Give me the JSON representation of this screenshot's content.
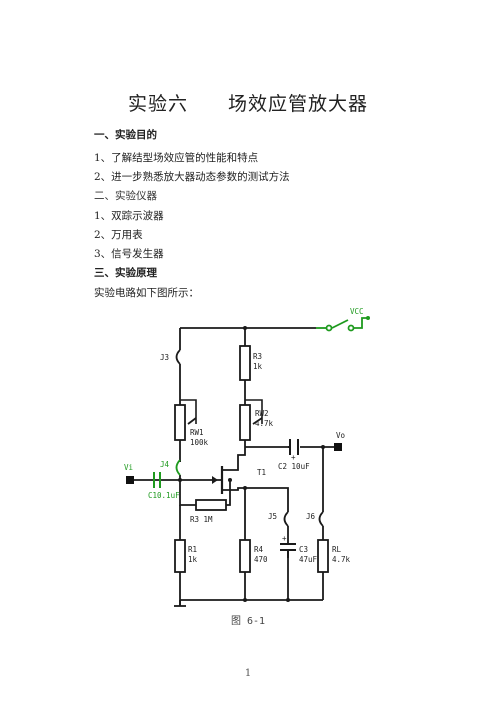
{
  "title": {
    "left": "实验六",
    "right": "场效应管放大器"
  },
  "sections": [
    "一、实验目的",
    "1、了解结型场效应管的性能和特点",
    "2、进一步熟悉放大器动态参数的测试方法",
    "二、实验仪器",
    "1、双踪示波器",
    "2、万用表",
    "3、信号发生器",
    "三、实验原理",
    "实验电路如下图所示："
  ],
  "circuit": {
    "vcc": "VCC",
    "j3": "J3",
    "r3": [
      "R3",
      "1k"
    ],
    "rw1": [
      "RW1",
      "100k"
    ],
    "rw2": [
      "RW2",
      "4.7k"
    ],
    "c2": "C2 10uF",
    "vo": "Vo",
    "vi": "Vi",
    "j4": "J4",
    "c1": "C10.1uF",
    "t1": "T1",
    "rg": "R3 1M",
    "j5": "J5",
    "j6": "J6",
    "r1": [
      "R1",
      "1k"
    ],
    "r4": [
      "R4",
      "470"
    ],
    "c3": [
      "C3",
      "47uF"
    ],
    "rl": [
      "RL",
      "4.7k"
    ],
    "plus1": "+",
    "plus2": "+"
  },
  "caption": "图 6-1",
  "page_number": "1",
  "colors": {
    "wire": "#1a1a1a",
    "green": "#1e9a1e",
    "terminal": "#111111"
  }
}
